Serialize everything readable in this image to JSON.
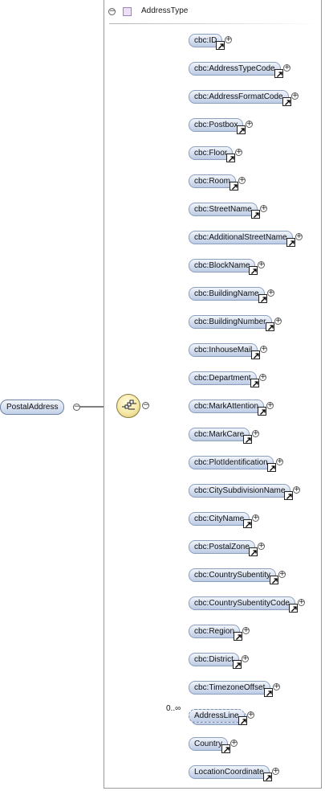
{
  "type": {
    "name": "AddressType",
    "collapse_symbol": "⊖"
  },
  "root": {
    "name": "PostalAddress",
    "collapse_symbol": "⊖"
  },
  "sequence": {
    "collapse_symbol": "⊖"
  },
  "elements": [
    {
      "name": "cbc:ID",
      "ref": true
    },
    {
      "name": "cbc:AddressTypeCode",
      "ref": true
    },
    {
      "name": "cbc:AddressFormatCode",
      "ref": true
    },
    {
      "name": "cbc:Postbox",
      "ref": true
    },
    {
      "name": "cbc:Floor",
      "ref": true
    },
    {
      "name": "cbc:Room",
      "ref": true
    },
    {
      "name": "cbc:StreetName",
      "ref": true
    },
    {
      "name": "cbc:AdditionalStreetName",
      "ref": true
    },
    {
      "name": "cbc:BlockName",
      "ref": true
    },
    {
      "name": "cbc:BuildingName",
      "ref": true
    },
    {
      "name": "cbc:BuildingNumber",
      "ref": true
    },
    {
      "name": "cbc:InhouseMail",
      "ref": true
    },
    {
      "name": "cbc:Department",
      "ref": true
    },
    {
      "name": "cbc:MarkAttention",
      "ref": true
    },
    {
      "name": "cbc:MarkCare",
      "ref": true
    },
    {
      "name": "cbc:PlotIdentification",
      "ref": true
    },
    {
      "name": "cbc:CitySubdivisionName",
      "ref": true
    },
    {
      "name": "cbc:CityName",
      "ref": true
    },
    {
      "name": "cbc:PostalZone",
      "ref": true
    },
    {
      "name": "cbc:CountrySubentity",
      "ref": true
    },
    {
      "name": "cbc:CountrySubentityCode",
      "ref": true
    },
    {
      "name": "cbc:Region",
      "ref": true
    },
    {
      "name": "cbc:District",
      "ref": true
    },
    {
      "name": "cbc:TimezoneOffset",
      "ref": true
    },
    {
      "name": "AddressLine",
      "ref": true,
      "occurrence": "0..∞",
      "multiple": true
    },
    {
      "name": "Country",
      "ref": true
    },
    {
      "name": "LocationCoordinate",
      "ref": true
    }
  ],
  "expand_symbol": "⊕"
}
